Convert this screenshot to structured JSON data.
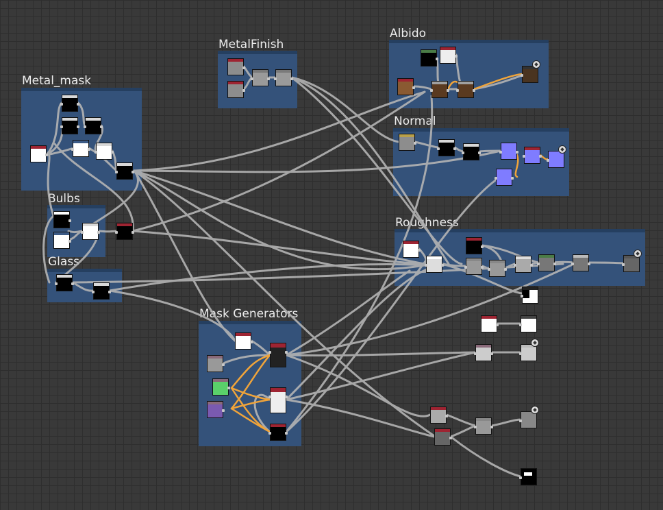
{
  "graph": {
    "frames": [
      {
        "id": "metal_mask",
        "title": "Metal_mask"
      },
      {
        "id": "metal_finish",
        "title": "MetalFinish"
      },
      {
        "id": "albido",
        "title": "Albido"
      },
      {
        "id": "normal",
        "title": "Normal"
      },
      {
        "id": "roughness",
        "title": "Roughness"
      },
      {
        "id": "bulbs",
        "title": "Bulbs"
      },
      {
        "id": "glass",
        "title": "Glass"
      },
      {
        "id": "mask_generators",
        "title": "Mask Generators"
      }
    ]
  },
  "colors": {
    "canvas": "#393939",
    "frame": "#34527a",
    "wire": "#b4b4b4",
    "wire_highlight": "#f0a43a",
    "header_red": "#9e2432",
    "header_green": "#4a7c46",
    "normal_node": "#7f7cff"
  }
}
